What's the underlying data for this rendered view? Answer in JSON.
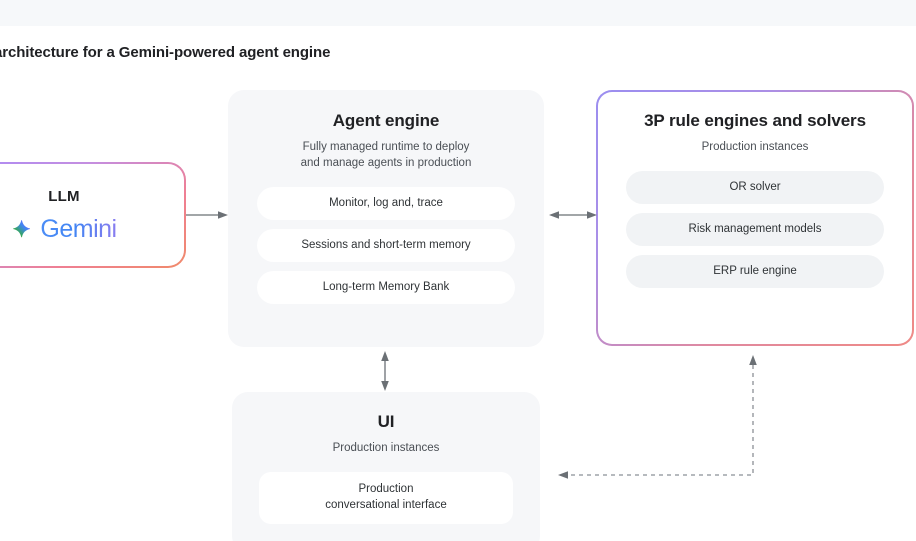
{
  "slide": {
    "title": "architecture for a Gemini-powered agent engine"
  },
  "llm": {
    "label": "LLM",
    "brand": "Gemini",
    "icon": "gemini-sparkle-icon",
    "border_gradient": [
      "#a78bfa",
      "#ef7f93",
      "#f08a6a"
    ]
  },
  "agent_engine": {
    "title": "Agent engine",
    "subtitle": "Fully managed runtime to deploy\nand manage agents in production",
    "pills": [
      "Monitor, log and, trace",
      "Sessions and short-term memory",
      "Long-term Memory Bank"
    ],
    "bg": "#f6f7f9"
  },
  "third_party": {
    "title": "3P rule engines and solvers",
    "subtitle": "Production instances",
    "pills": [
      "OR solver",
      "Risk management models",
      "ERP rule engine"
    ],
    "border_gradient": [
      "#9b8ef0",
      "#ef8a86"
    ]
  },
  "ui_module": {
    "title": "UI",
    "subtitle": "Production instances",
    "cards": [
      "Production\nconversational interface"
    ],
    "bg": "#f6f7f9"
  },
  "connectors": [
    {
      "name": "llm-to-agent",
      "style": "solid",
      "direction": "right"
    },
    {
      "name": "agent-to-3p",
      "style": "solid",
      "direction": "both-horizontal"
    },
    {
      "name": "agent-to-ui",
      "style": "solid",
      "direction": "both-vertical"
    },
    {
      "name": "ui-to-3p",
      "style": "dashed",
      "direction": "elbow-up-left"
    }
  ],
  "theme": {
    "page_bg": "#ffffff",
    "top_band": "#f6f8fa",
    "text": "#202124",
    "muted_text": "#4a4f55",
    "connector": "#6b7075"
  }
}
